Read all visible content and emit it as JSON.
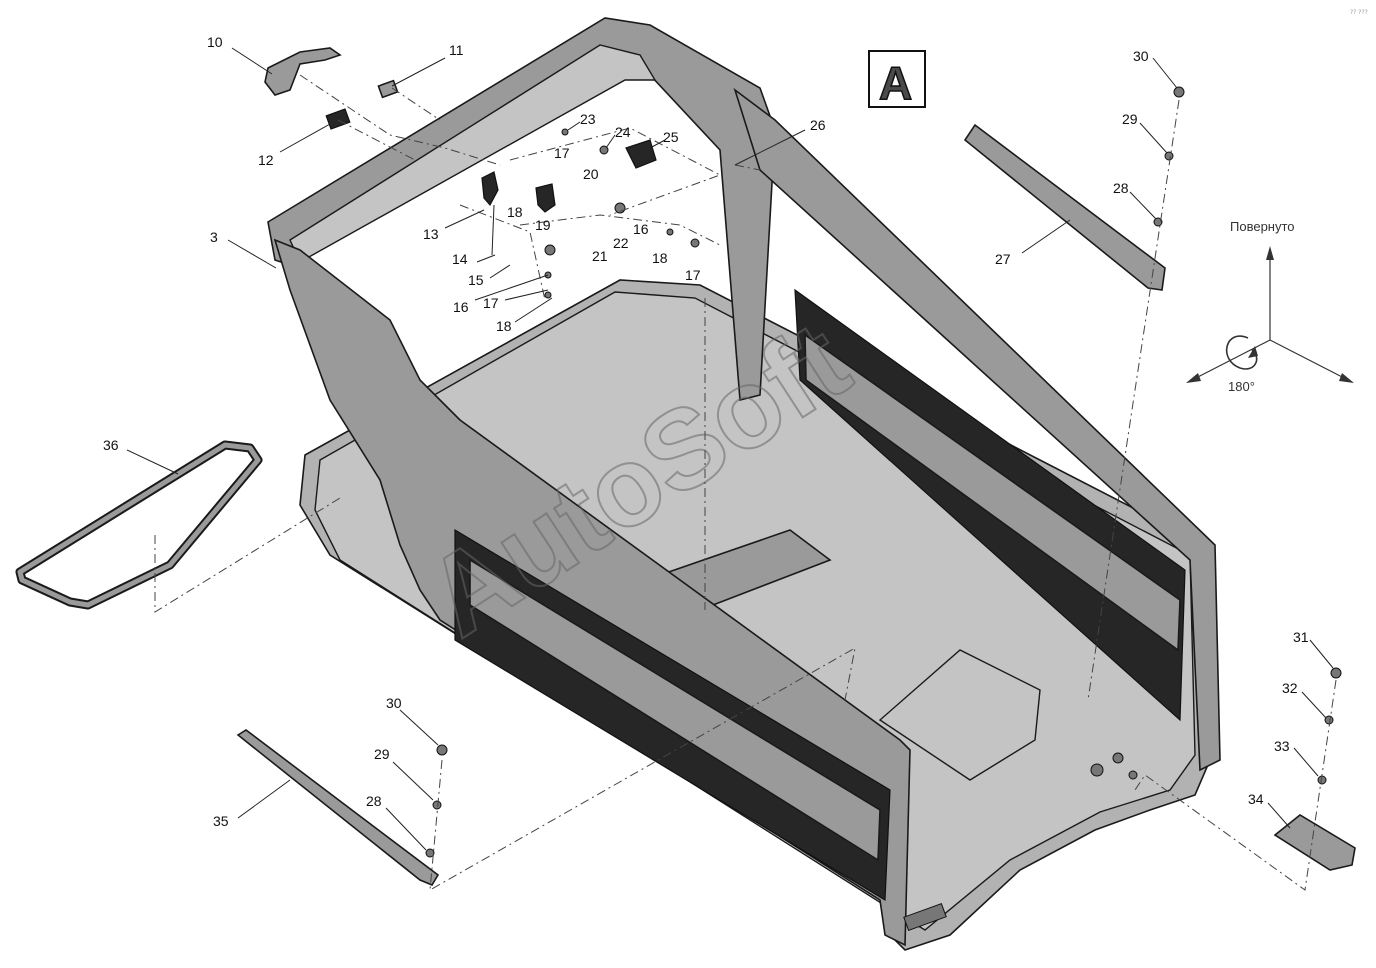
{
  "view_label": "A",
  "rotation": {
    "direction_label": "Повернуто",
    "angle_label": "180°"
  },
  "watermark": "AutoSoft",
  "corner_mark": "?? ???",
  "part_numbers": {
    "p10": "10",
    "p11": "11",
    "p12": "12",
    "p3": "3",
    "p13": "13",
    "p14": "14",
    "p15": "15",
    "p16a": "16",
    "p17a": "17",
    "p18a": "18",
    "p23": "23",
    "p24": "24",
    "p25": "25",
    "p17b": "17",
    "p20": "20",
    "p18b": "18",
    "p19": "19",
    "p16b": "16",
    "p22": "22",
    "p21": "21",
    "p18c": "18",
    "p17c": "17",
    "p26": "26",
    "p30a": "30",
    "p29a": "29",
    "p28a": "28",
    "p27": "27",
    "p36": "36",
    "p31": "31",
    "p32": "32",
    "p33": "33",
    "p34": "34",
    "p30b": "30",
    "p29b": "29",
    "p28b": "28",
    "p35": "35"
  }
}
